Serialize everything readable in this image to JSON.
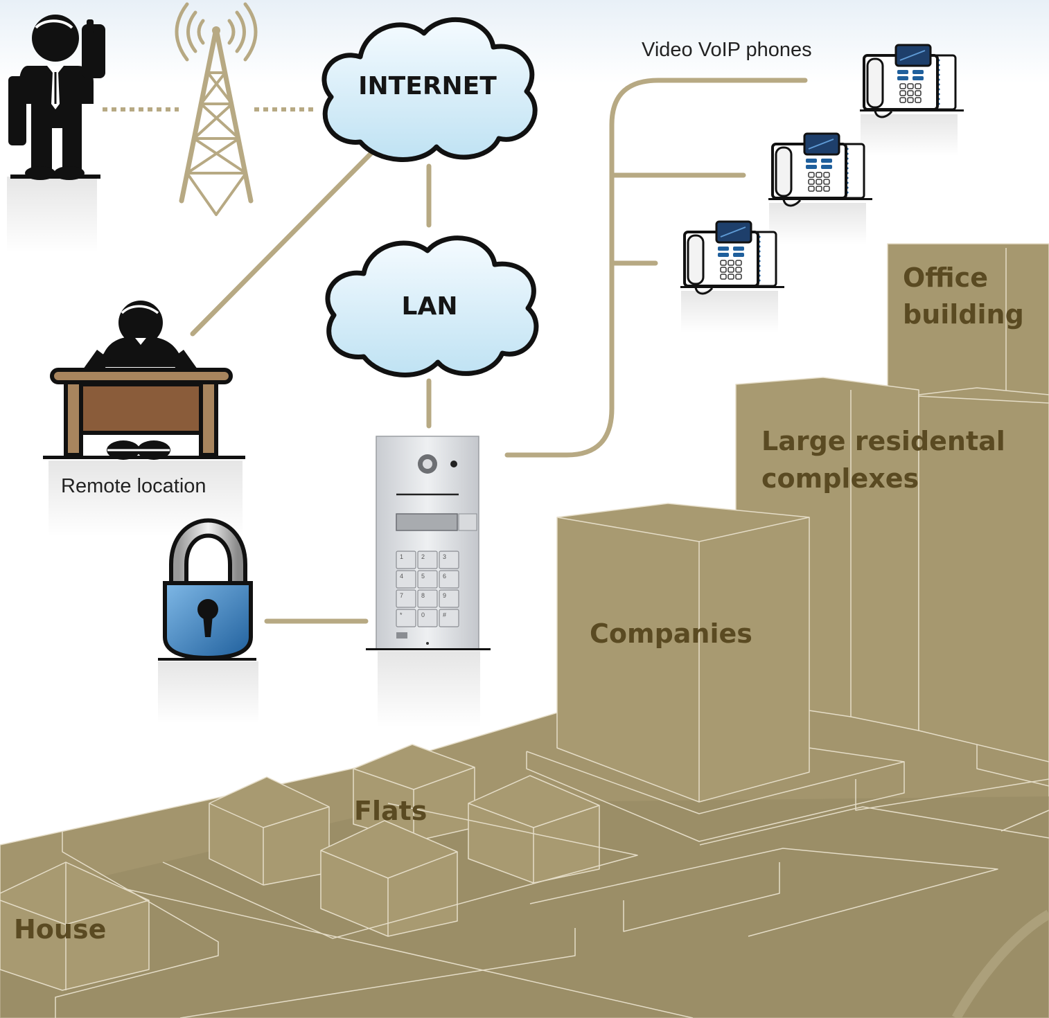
{
  "colors": {
    "link": "#b7a983",
    "building": "#a3956d",
    "building_edge": "#e5ddc8",
    "label": "#5a4a22",
    "cloud_fill": "#d2ebf7",
    "lock_body": "#2f7fc1",
    "desk": "#8a5c3a"
  },
  "icons": [
    "mobile-user-icon",
    "radio-tower-icon",
    "desk-user-icon",
    "padlock-icon",
    "door-intercom-icon",
    "voip-phone-icon",
    "cloud-icon"
  ],
  "clouds": {
    "internet": "INTERNET",
    "lan": "LAN"
  },
  "captions": {
    "remote_location": "Remote location",
    "voip_phones": "Video VoIP phones"
  },
  "buildings": {
    "office": [
      "Office",
      "building"
    ],
    "residential": [
      "Large residental",
      "complexes"
    ],
    "companies": "Companies",
    "flats": "Flats",
    "house": "House"
  },
  "keypad": [
    "1",
    "2",
    "3",
    "4",
    "5",
    "6",
    "7",
    "8",
    "9",
    "*",
    "0",
    "#"
  ]
}
